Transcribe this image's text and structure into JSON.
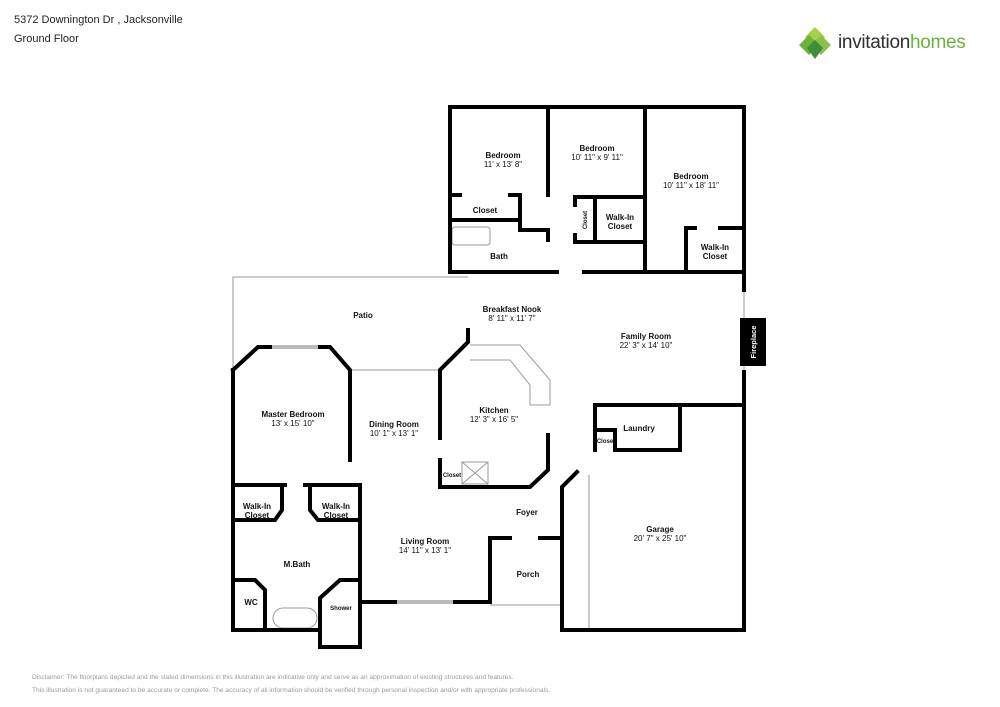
{
  "header": {
    "address": "5372 Downington Dr , Jacksonville",
    "floor": "Ground Floor"
  },
  "logo": {
    "text_main": "invitation",
    "text_accent": "homes",
    "colors": [
      "#6bb23c",
      "#3f8f3a",
      "#a6cf4a"
    ]
  },
  "rooms": {
    "bedroom1": {
      "name": "Bedroom",
      "dims": "11' x 13' 8\""
    },
    "bedroom2": {
      "name": "Bedroom",
      "dims": "10' 11\" x 9' 11\""
    },
    "bedroom3": {
      "name": "Bedroom",
      "dims": "10' 11\" x 18' 11\""
    },
    "closet1": {
      "name": "Closet"
    },
    "bath": {
      "name": "Bath"
    },
    "hall_closet": {
      "name": "Closet"
    },
    "walkin1": {
      "name": "Walk-In",
      "name2": "Closet"
    },
    "walkin2": {
      "name": "Walk-In",
      "name2": "Closet"
    },
    "patio": {
      "name": "Patio"
    },
    "nook": {
      "name": "Breakfast Nook",
      "dims": "8' 11\" x 11' 7\""
    },
    "family": {
      "name": "Family Room",
      "dims": "22' 3\" x 14' 10\""
    },
    "fireplace": {
      "name": "Fireplace"
    },
    "master": {
      "name": "Master Bedroom",
      "dims": "13' x 15' 10\""
    },
    "dining": {
      "name": "Dining Room",
      "dims": "10' 1\" x 13' 1\""
    },
    "kitchen": {
      "name": "Kitchen",
      "dims": "12' 3\" x 16' 5\""
    },
    "kitchen_closet": {
      "name": "Closet"
    },
    "laundry": {
      "name": "Laundry"
    },
    "laundry_closet": {
      "name": "Closet"
    },
    "mwalkin1": {
      "name": "Walk-In",
      "name2": "Closet"
    },
    "mwalkin2": {
      "name": "Walk-In",
      "name2": "Closet"
    },
    "mbath": {
      "name": "M.Bath"
    },
    "wc": {
      "name": "WC"
    },
    "shower": {
      "name": "Shower"
    },
    "living": {
      "name": "Living Room",
      "dims": "14' 11\" x 13' 1\""
    },
    "foyer": {
      "name": "Foyer"
    },
    "porch": {
      "name": "Porch"
    },
    "garage": {
      "name": "Garage",
      "dims": "20' 7\" x 25' 10\""
    }
  },
  "disclaimer": {
    "line1": "Disclaimer: The floorplans depicted and the stated dimensions in this illustration are indicative only and serve as an approximation of existing structures and features.",
    "line2": "This illustration is not guaranteed to be accurate or complete. The accuracy of all information should be verified through personal inspection and/or with appropriate professionals."
  }
}
